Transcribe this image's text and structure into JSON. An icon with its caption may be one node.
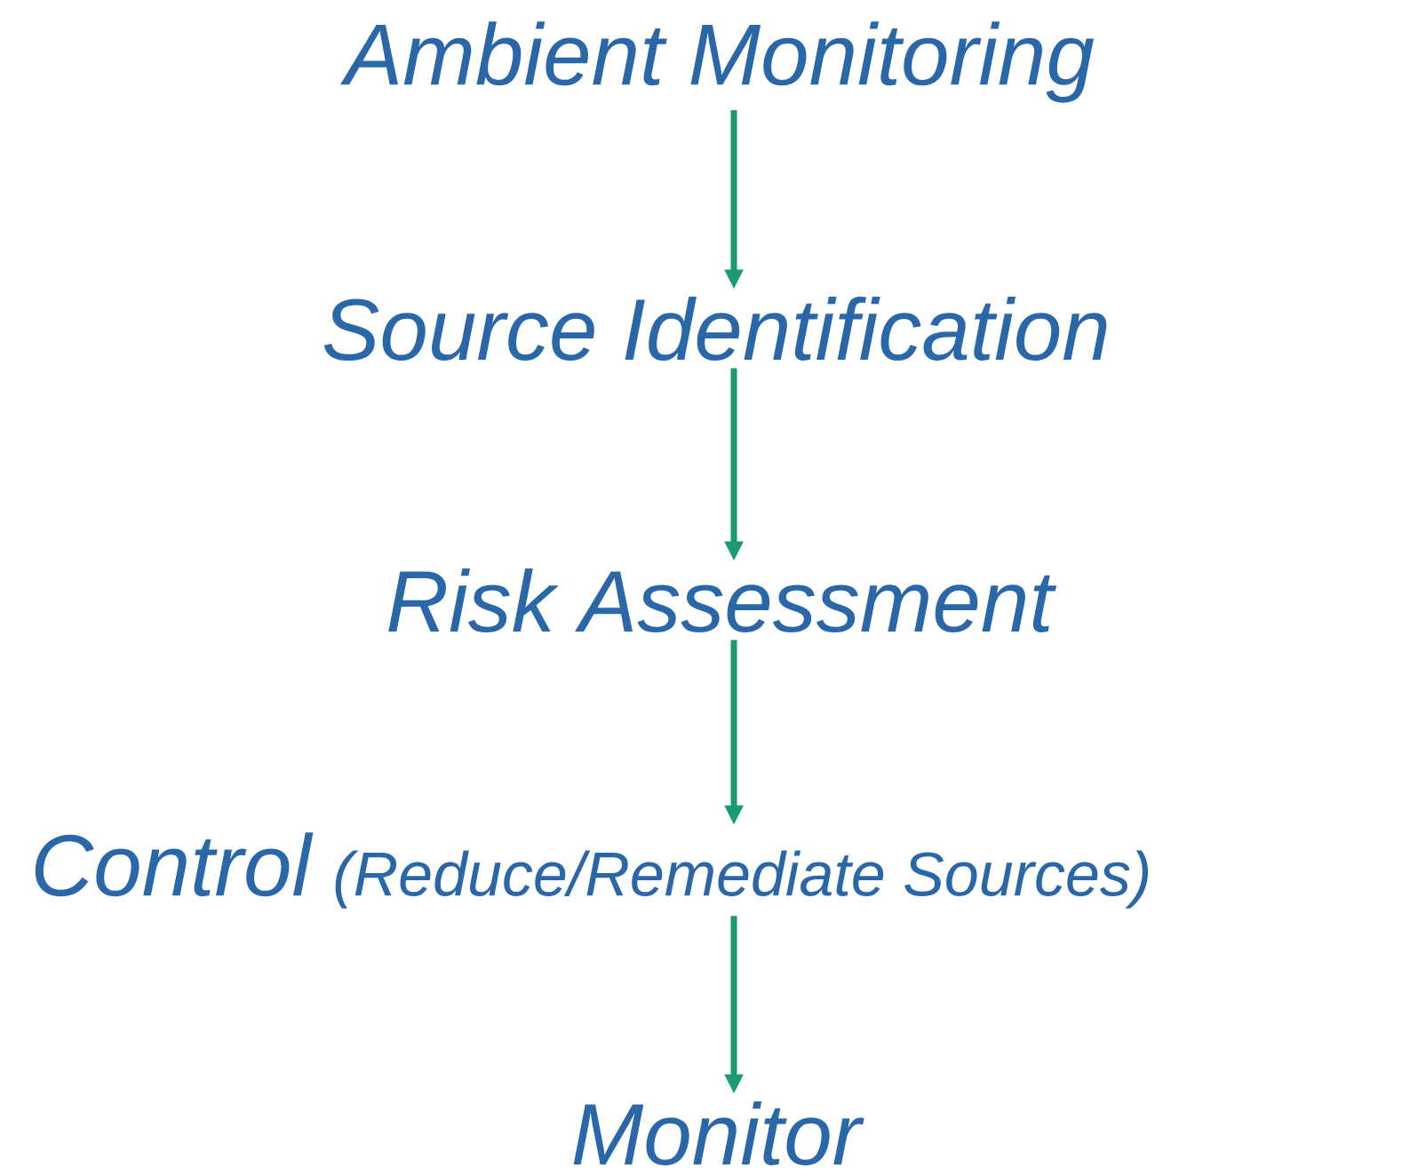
{
  "diagram": {
    "nodes": [
      {
        "text": [
          "Ambient Monitoring"
        ]
      },
      {
        "text": [
          "Source Identification"
        ]
      },
      {
        "text": [
          "Risk Assessment"
        ]
      },
      {
        "text": [
          "Control",
          "(Reduce/Remediate Sources)"
        ]
      },
      {
        "text": [
          "Monitor"
        ]
      }
    ],
    "edges": [
      {
        "from": 0,
        "to": 1,
        "arrow": "to"
      },
      {
        "from": 1,
        "to": 2,
        "arrow": "to"
      },
      {
        "from": 2,
        "to": 3,
        "arrow": "to"
      },
      {
        "from": 3,
        "to": 4,
        "arrow": "to"
      }
    ]
  }
}
